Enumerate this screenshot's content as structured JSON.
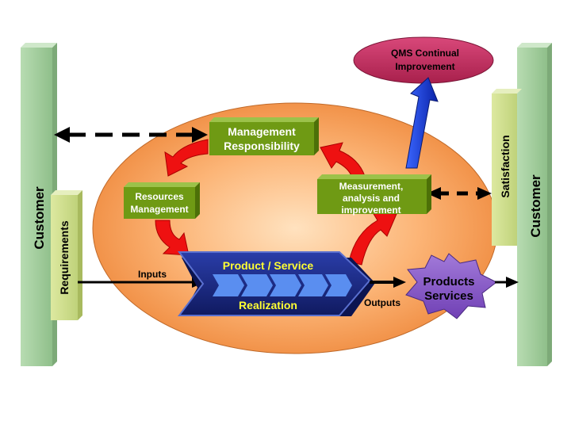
{
  "left_customer": {
    "label": "Customer"
  },
  "requirements": {
    "label": "Requirements"
  },
  "right_customer": {
    "label": "Customer"
  },
  "satisfaction": {
    "label": "Satisfaction"
  },
  "qms": {
    "line1": "QMS Continual",
    "line2": "Improvement"
  },
  "management": {
    "line1": "Management",
    "line2": "Responsibility"
  },
  "resources": {
    "line1": "Resources",
    "line2": "Management"
  },
  "measurement": {
    "line1": "Measurement,",
    "line2": "analysis and",
    "line3": "improvement"
  },
  "realization": {
    "top": "Product / Service",
    "bottom": "Realization"
  },
  "inputs": {
    "label": "Inputs"
  },
  "outputs": {
    "label": "Outputs"
  },
  "products": {
    "line1": "Products",
    "line2": "Services"
  },
  "colors": {
    "customer_bar": "#9fcb9a",
    "side_box": "#cfe08f",
    "process_box": "#6f9a14",
    "process_text": "#ffffff",
    "ellipse_center": "#ffd5a8",
    "ellipse_edge": "#f0883e",
    "qms": "#c53060",
    "red_arrow": "#ee1111",
    "blue_arrow": "#1a3fd6",
    "realization_box": "#1c2a8a",
    "realization_text": "#ffff33",
    "chevron": "#5a8ef0",
    "products_burst": "#8a5cc7"
  }
}
